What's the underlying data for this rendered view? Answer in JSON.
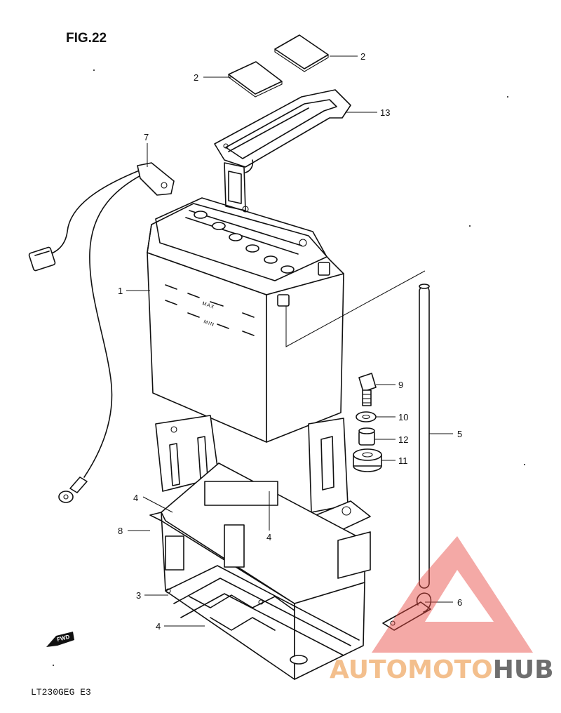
{
  "figure_title": "FIG.22",
  "model_code": "LT230GEG E3",
  "forward_label": "FWD",
  "battery_markings": {
    "max": "MAX",
    "min": "MIN"
  },
  "callouts": [
    {
      "label": "1"
    },
    {
      "label": "2"
    },
    {
      "label": "2"
    },
    {
      "label": "3"
    },
    {
      "label": "4"
    },
    {
      "label": "4"
    },
    {
      "label": "4"
    },
    {
      "label": "5"
    },
    {
      "label": "6"
    },
    {
      "label": "7"
    },
    {
      "label": "8"
    },
    {
      "label": "9"
    },
    {
      "label": "10"
    },
    {
      "label": "11"
    },
    {
      "label": "12"
    },
    {
      "label": "13"
    }
  ],
  "watermark": {
    "part1": "AUTOMOTO",
    "part2": "HUB",
    "color_primary": "#e8473f",
    "color_secondary": "#555555"
  }
}
